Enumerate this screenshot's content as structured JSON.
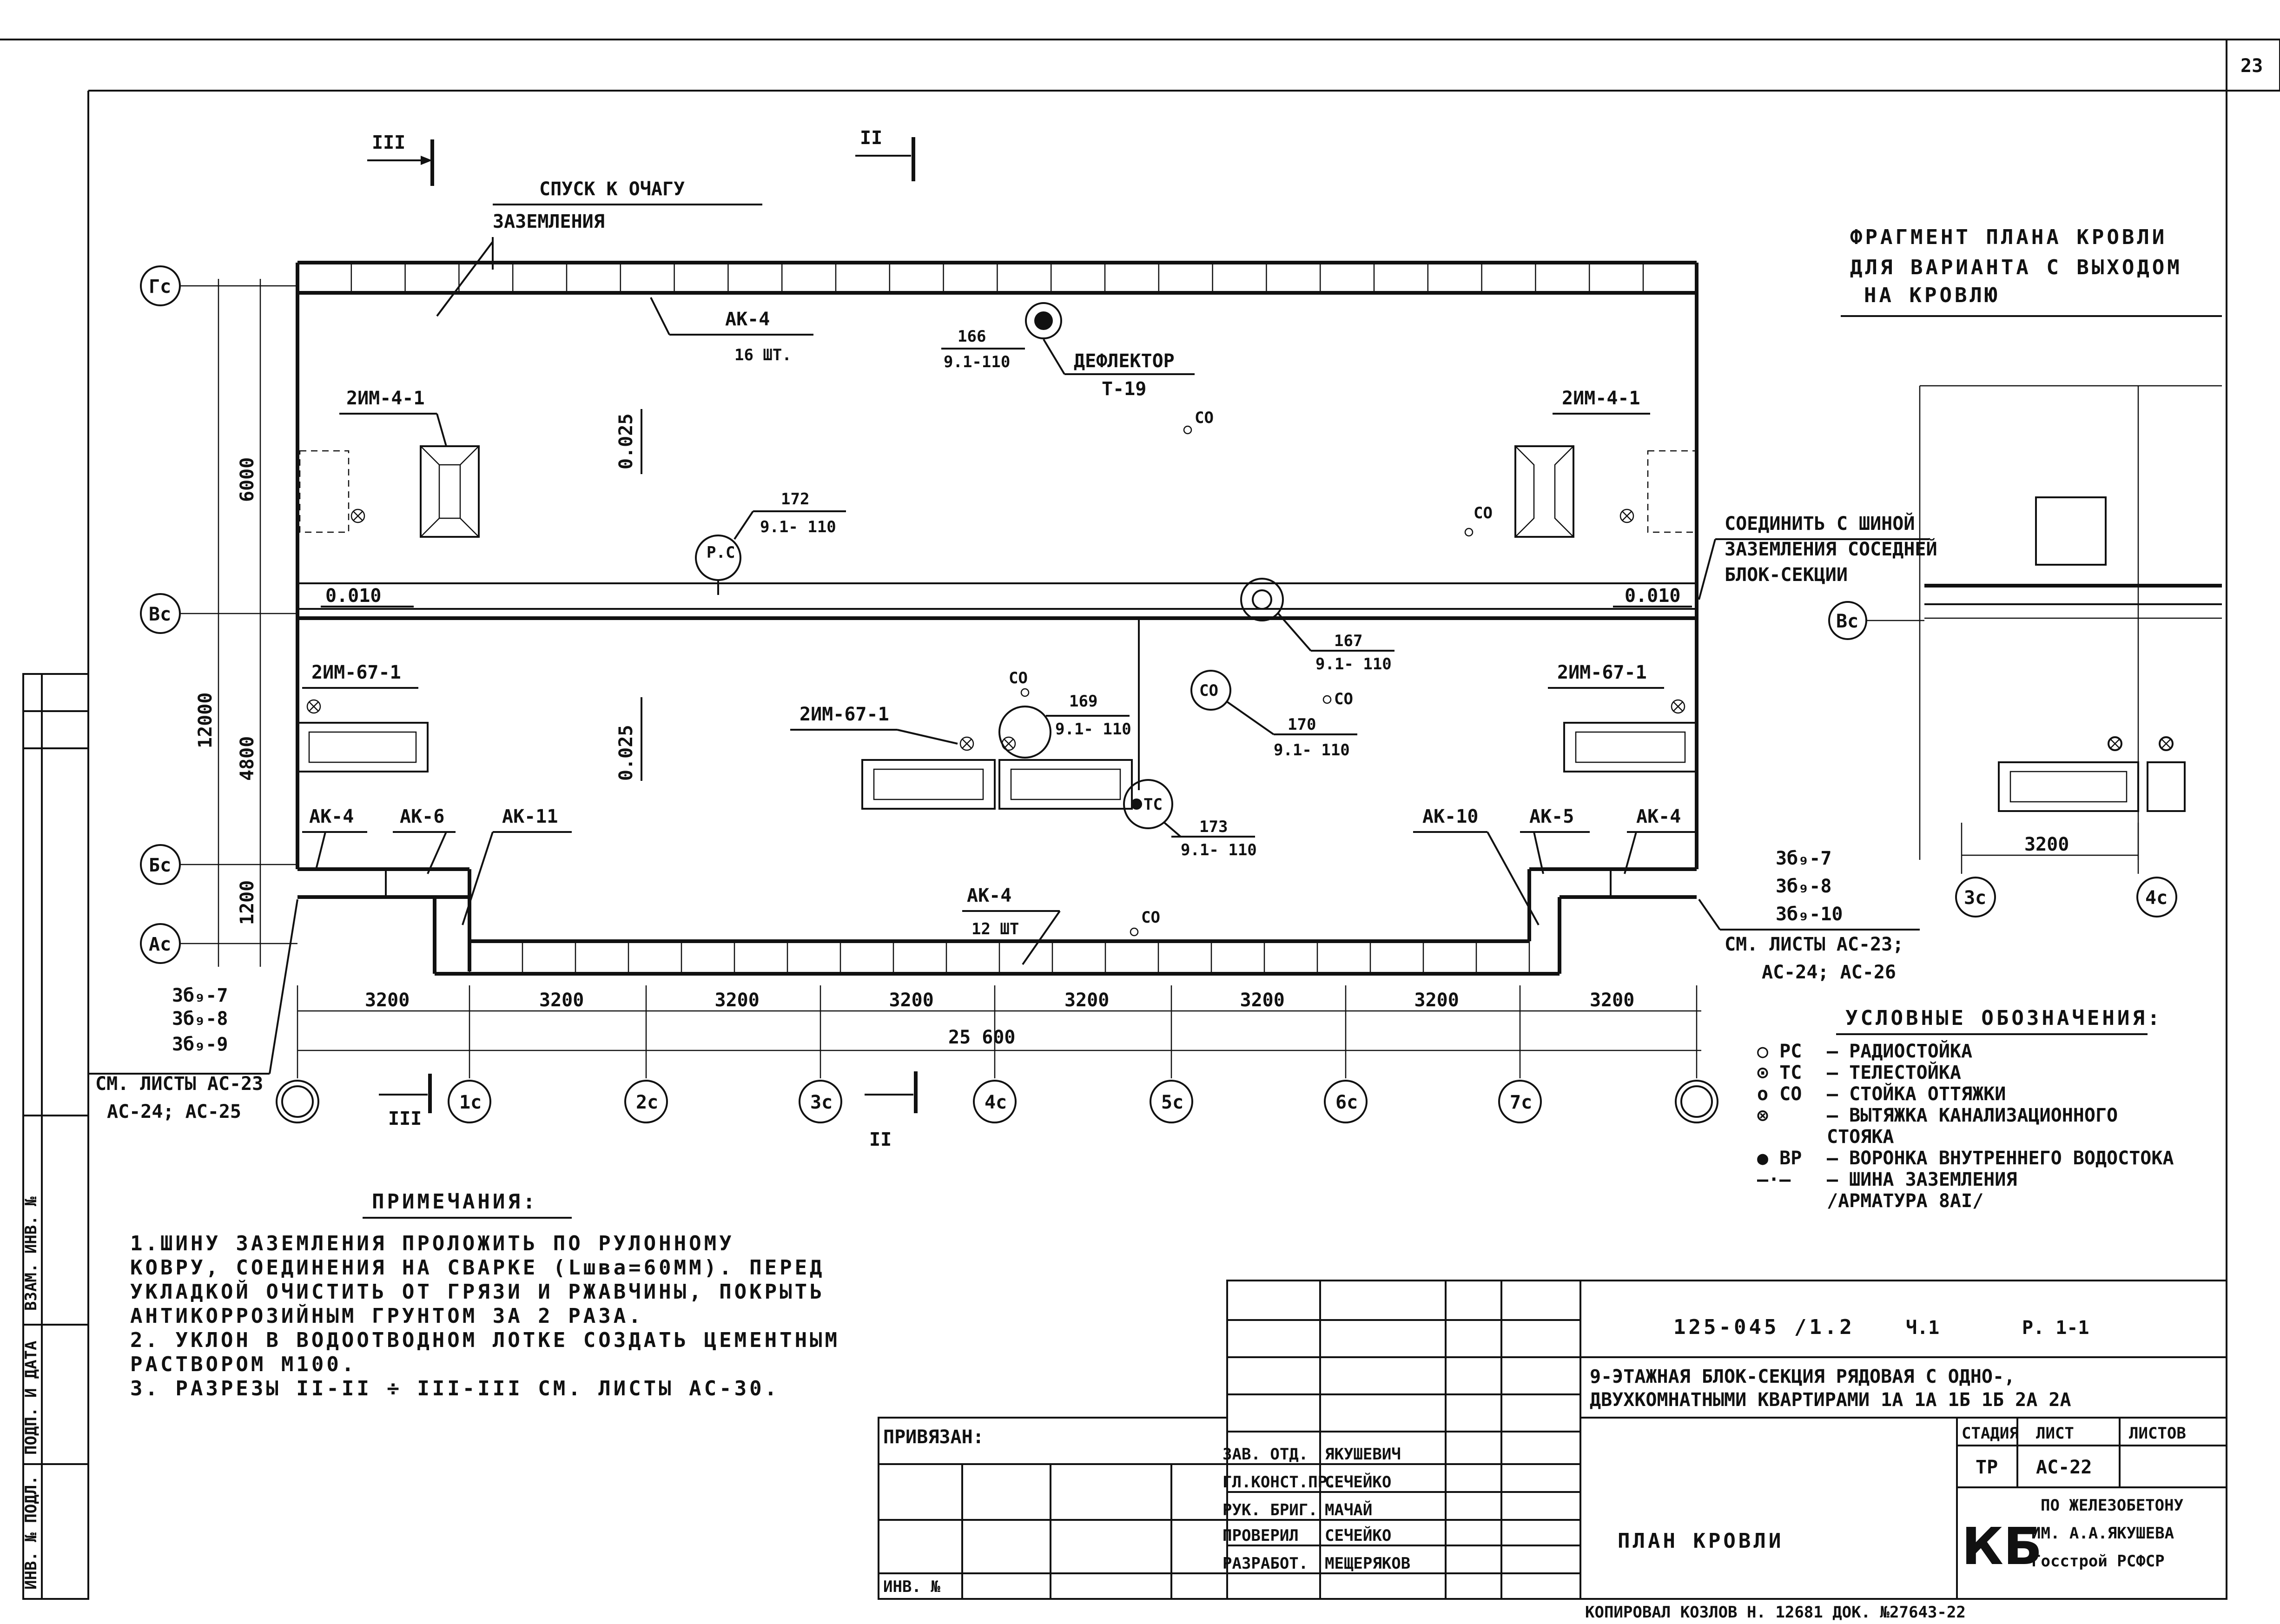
{
  "sheet": {
    "page_number": "23",
    "colors": {
      "ink": "#111111",
      "paper": "#ffffff"
    }
  },
  "plan": {
    "section_marks": [
      "III",
      "II",
      "III",
      "II"
    ],
    "ground_descent_label": [
      "СПУСК К ОЧАГУ",
      "ЗАЗЕМЛЕНИЯ"
    ],
    "fragment_title": [
      "ФРАГМЕНТ ПЛАНА КРОВЛИ",
      "ДЛЯ ВАРИАНТА С ВЫХОДОМ",
      "НА КРОВЛЮ"
    ],
    "axes_rows": [
      "Гс",
      "Вс",
      "Бс",
      "Ас"
    ],
    "axes_cols": [
      "",
      "1с",
      "2с",
      "3с",
      "4с",
      "5с",
      "6с",
      "7с",
      ""
    ],
    "fragment_axes": [
      "Вс",
      "3с",
      "4с"
    ],
    "fragment_dim": "3200",
    "dims_vertical": [
      "6000",
      "12000",
      "4800",
      "1200"
    ],
    "dims_horizontal": [
      "3200",
      "3200",
      "3200",
      "3200",
      "3200",
      "3200",
      "3200",
      "3200"
    ],
    "dim_total": "25 600",
    "slopes": [
      "0.025",
      "0.025"
    ],
    "levels": [
      "0.010",
      "0.010"
    ],
    "labels": {
      "ak4_top": "АК-4",
      "ak4_top_qty": "16 ШТ.",
      "ak4_bottom": "АК-4",
      "ak4_bottom_qty": "12 ШТ",
      "ak4_left": "АК-4",
      "ak6": "АК-6",
      "ak11": "АК-11",
      "ak10": "АК-10",
      "ak5": "АК-5",
      "ak4_right": "АК-4",
      "2im41_left": "2ИМ-4-1",
      "2im41_right": "2ИМ-4-1",
      "2im671_left": "2ИМ-67-1",
      "2im671_mid": "2ИМ-67-1",
      "2im671_right": "2ИМ-67-1",
      "deflector": "ДЕФЛЕКТОР",
      "deflector_code": "Т-19",
      "n166": "166",
      "s166": "9.1-110",
      "n172": "172",
      "s172": "9.1- 110",
      "n167": "167",
      "s167": "9.1- 110",
      "n169": "169",
      "s169": "9.1- 110",
      "n170": "170",
      "s170": "9.1- 110",
      "n173": "173",
      "s173": "9.1- 110",
      "co": "СО",
      "rs": "Р.С",
      "tc": "ТС",
      "connect": [
        "СОЕДИНИТЬ С ШИНОЙ",
        "ЗАЗЕМЛЕНИЯ СОСЕДНЕЙ",
        "БЛОК-СЕКЦИИ"
      ],
      "left_refs": [
        "3б₉-7",
        "3б₉-8",
        "3б₉-9",
        "СМ. ЛИСТЫ АС-23",
        "АС-24; АС-25"
      ],
      "right_refs": [
        "3б₉-7",
        "3б₉-8",
        "3б₉-10",
        "СМ. ЛИСТЫ АС-23;",
        "АС-24; АС-26"
      ]
    }
  },
  "legend": {
    "title": "УСЛОВНЫЕ ОБОЗНАЧЕНИЯ:",
    "items": [
      {
        "symbol": "○ РС",
        "text": "– РАДИОСТОЙКА"
      },
      {
        "symbol": "⊙ ТС",
        "text": "– ТЕЛЕСТОЙКА"
      },
      {
        "symbol": "о СО",
        "text": "– СТОЙКА ОТТЯЖКИ"
      },
      {
        "symbol": "⊗",
        "text": "– ВЫТЯЖКА КАНАЛИЗАЦИОННОГО"
      },
      {
        "symbol": "",
        "text": "СТОЯКА"
      },
      {
        "symbol": "● ВР",
        "text": "– ВОРОНКА ВНУТРЕННЕГО ВОДОСТОКА"
      },
      {
        "symbol": "—·—",
        "text": "– ШИНА ЗАЗЕМЛЕНИЯ"
      },
      {
        "symbol": "",
        "text": "/АРМАТУРА 8АI/"
      }
    ]
  },
  "notes": {
    "title": "ПРИМЕЧАНИЯ:",
    "lines": [
      "1.ШИНУ ЗАЗЕМЛЕНИЯ ПРОЛОЖИТЬ ПО РУЛОННОМУ",
      "КОВРУ, СОЕДИНЕНИЯ НА СВАРКЕ (Lшва=60ММ). ПЕРЕД",
      "УКЛАДКОЙ ОЧИСТИТЬ ОТ ГРЯЗИ И РЖАВЧИНЫ, ПОКРЫТЬ",
      "АНТИКОРРОЗИЙНЫМ ГРУНТОМ ЗА 2 РАЗА.",
      "2. УКЛОН В ВОДООТВОДНОМ ЛОТКЕ СОЗДАТЬ ЦЕМЕНТНЫМ",
      "РАСТВОРОМ М100.",
      "3. РАЗРЕЗЫ II-II ÷ III-III СМ. ЛИСТЫ АС-30."
    ]
  },
  "title_block": {
    "bound_label": "ПРИВЯЗАН:",
    "inv_label": "ИНВ. №",
    "code": "125-045 /1.2",
    "part": "Ч.1",
    "rev": "Р. 1-1",
    "description_1": "9-ЭТАЖНАЯ БЛОК-СЕКЦИЯ РЯДОВАЯ С ОДНО-,",
    "description_2": "ДВУХКОМНАТНЫМИ КВАРТИРАМИ 1А 1А 1Б 1Б 2А 2А",
    "stage_header": "СТАДИЯ",
    "sheet_header": "ЛИСТ",
    "sheets_header": "ЛИСТОВ",
    "stage": "ТР",
    "sheet": "АС-22",
    "sheets": "",
    "drawing_title": "ПЛАН КРОВЛИ",
    "org_logo": "КБ",
    "org_1": "ПО ЖЕЛЕЗОБЕТОНУ",
    "org_2": "ИМ. А.А.ЯКУШЕВА",
    "org_3": "Госстрой РСФСР",
    "signers": [
      {
        "role": "ЗАВ. ОТД.",
        "name": "ЯКУШЕВИЧ"
      },
      {
        "role": "ГЛ.КОНСТ.ПР.",
        "name": "СЕЧЕЙКО"
      },
      {
        "role": "РУК. БРИГ.",
        "name": "МАЧАЙ"
      },
      {
        "role": "ПРОВЕРИЛ",
        "name": "СЕЧЕЙКО"
      },
      {
        "role": "РАЗРАБОТ.",
        "name": "МЕЩЕРЯКОВ"
      }
    ],
    "footer": "КОПИРОВАЛ   КОЗЛОВ   Н. 12681   ДОК. №27643-22"
  },
  "side_strip": [
    "ИНВ. № ПОДЛ.",
    "ПОДП. И ДАТА",
    "ВЗАМ. ИНВ. №"
  ]
}
